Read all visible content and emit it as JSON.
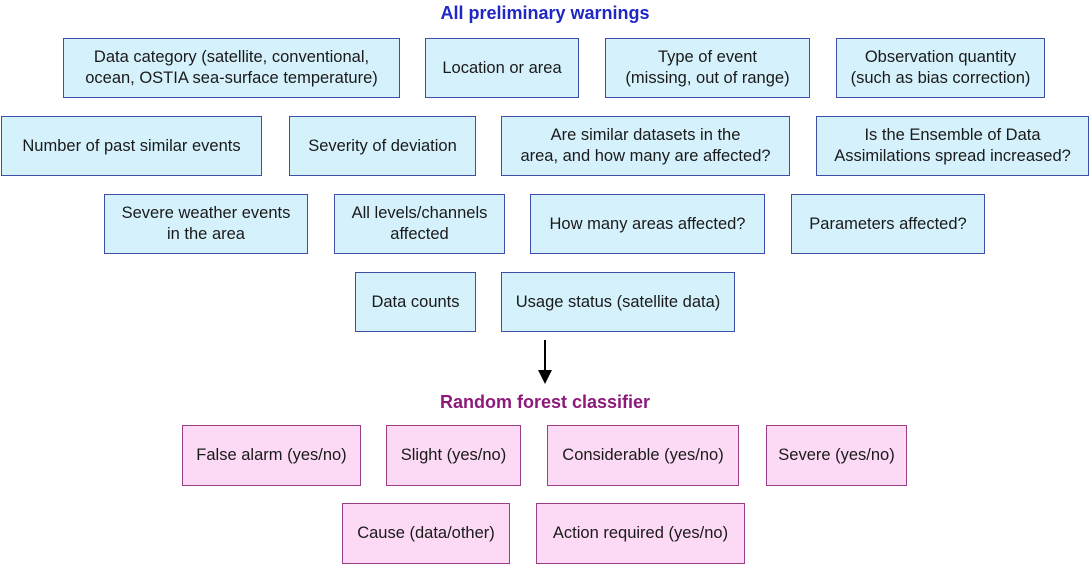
{
  "titles": {
    "top": "All preliminary warnings",
    "bottom": "Random forest classifier"
  },
  "inputs": [
    "Data category (satellite, conventional,\nocean, OSTIA sea-surface temperature)",
    "Location or area",
    "Type of event\n(missing, out of range)",
    "Observation quantity\n(such as bias correction)",
    "Number of past similar events",
    "Severity of deviation",
    "Are similar datasets in the\narea, and how many are affected?",
    "Is the Ensemble of Data\nAssimilations spread increased?",
    "Severe weather events\nin the area",
    "All levels/channels\naffected",
    "How many areas affected?",
    "Parameters affected?",
    "Data counts",
    "Usage status (satellite data)"
  ],
  "outputs": [
    "False alarm (yes/no)",
    "Slight (yes/no)",
    "Considerable (yes/no)",
    "Severe (yes/no)",
    "Cause (data/other)",
    "Action required (yes/no)"
  ],
  "colors": {
    "input_fill": "#d4f1fc",
    "input_border": "#3d4fa8",
    "output_fill": "#fcd9f4",
    "output_border": "#9a3f86",
    "title_top": "#1f27c4",
    "title_bottom": "#8b1a7a"
  }
}
